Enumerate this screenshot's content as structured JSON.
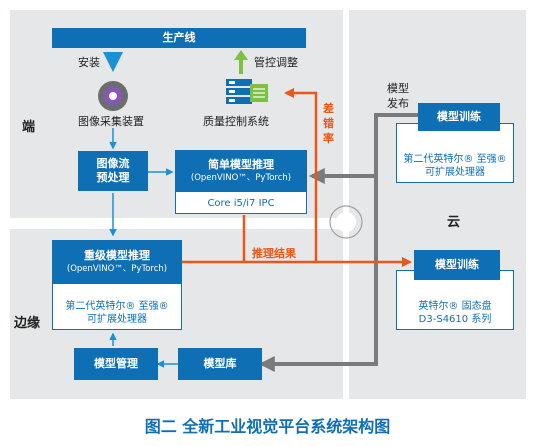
{
  "zones": {
    "end": "端",
    "edge": "边缘",
    "cloud": "云"
  },
  "production_line": "生产线",
  "labels": {
    "install": "安装",
    "image_device": "图像采集装置",
    "control_adjust": "管控调整",
    "quality_system": "质量控制系统",
    "model_release_1": "模型",
    "model_release_2": "发布",
    "error_rate": [
      "差",
      "错",
      "率"
    ],
    "inference_result": "推理结果"
  },
  "boxes": {
    "preprocess": {
      "line1": "图像流",
      "line2": "预处理"
    },
    "simple_infer": {
      "title": "简单模型推理",
      "sub": "(OpenVINO™、PyTorch)",
      "hw": "Core i5/i7 IPC"
    },
    "heavy_infer": {
      "title": "重级模型推理",
      "sub": "(OpenVINO™、PyTorch)",
      "hw1": "第二代英特尔® 至强®",
      "hw2": "可扩展处理器"
    },
    "train_top": {
      "title": "模型训练",
      "hw1": "第二代英特尔® 至强®",
      "hw2": "可扩展处理器"
    },
    "train_bottom": {
      "title": "模型训练",
      "hw1": "英特尔® 固态盘",
      "hw2": "D3-S4610 系列"
    },
    "model_mgmt": "模型管理",
    "model_lib": "模型库"
  },
  "caption": "图二 全新工业视觉平台系统架构图",
  "colors": {
    "blue": "#0e6fb5",
    "orange": "#e8581a",
    "panel": "#e6e7e8",
    "gray": "#7a7a7a",
    "green": "#7cc142"
  }
}
